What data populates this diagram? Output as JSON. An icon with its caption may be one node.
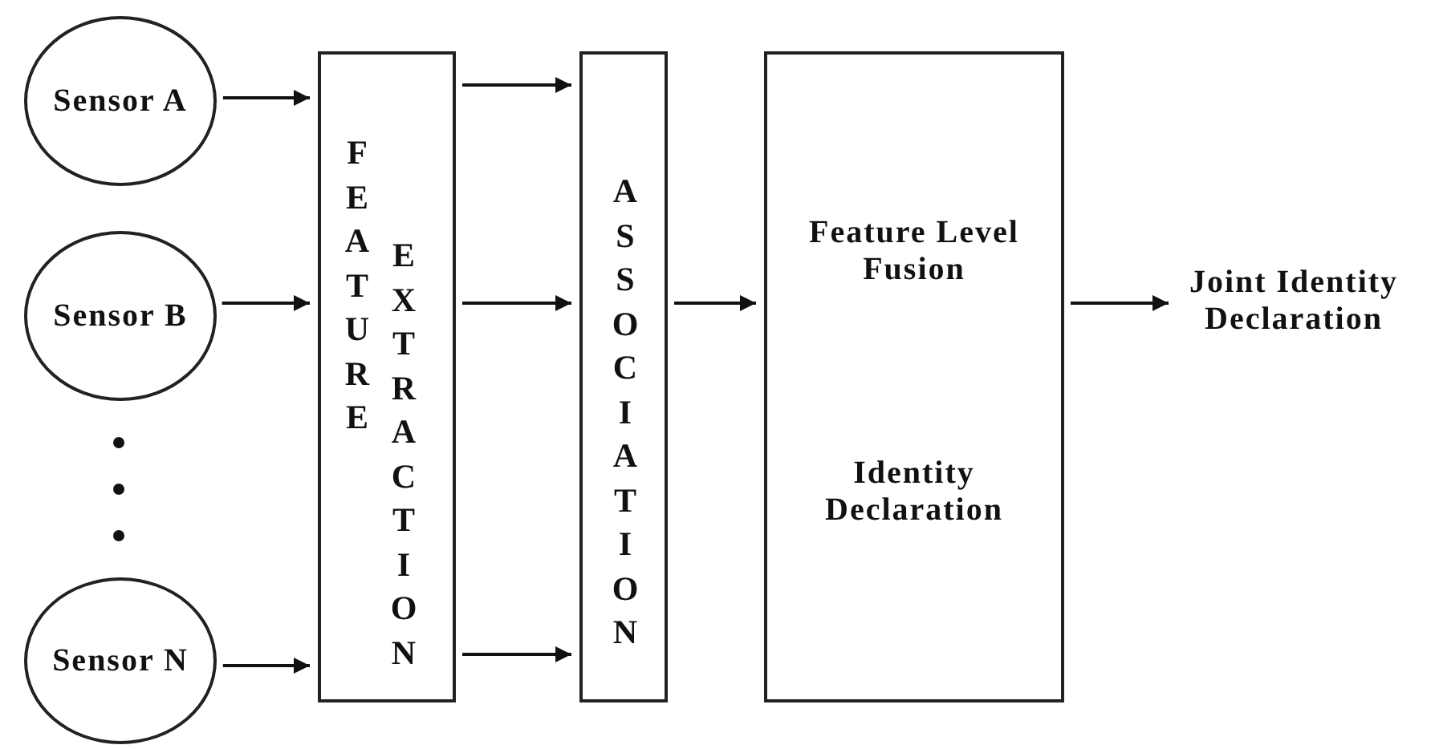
{
  "diagram": {
    "nodes": [
      {
        "text": [
          "Sensor A"
        ]
      },
      {
        "text": [
          "Sensor B"
        ]
      },
      {
        "text": [
          "Sensor N"
        ]
      },
      {
        "text": [
          "FEATURE",
          "EXTRACTION"
        ]
      },
      {
        "text": [
          "ASSOCIATION"
        ]
      },
      {
        "text": [
          "Feature Level Fusion",
          "Identity Declaration"
        ]
      },
      {
        "text": [
          "Joint Identity Declaration"
        ]
      }
    ],
    "edges": [
      {
        "from": 0,
        "to": 3,
        "arrow": "to"
      },
      {
        "from": 1,
        "to": 3,
        "arrow": "to"
      },
      {
        "from": 2,
        "to": 3,
        "arrow": "to"
      },
      {
        "from": 3,
        "to": 4,
        "arrow": "to"
      },
      {
        "from": 3,
        "to": 4,
        "arrow": "to"
      },
      {
        "from": 3,
        "to": 4,
        "arrow": "to"
      },
      {
        "from": 4,
        "to": 5,
        "arrow": "to"
      },
      {
        "from": 5,
        "to": 6,
        "arrow": "to"
      }
    ]
  }
}
